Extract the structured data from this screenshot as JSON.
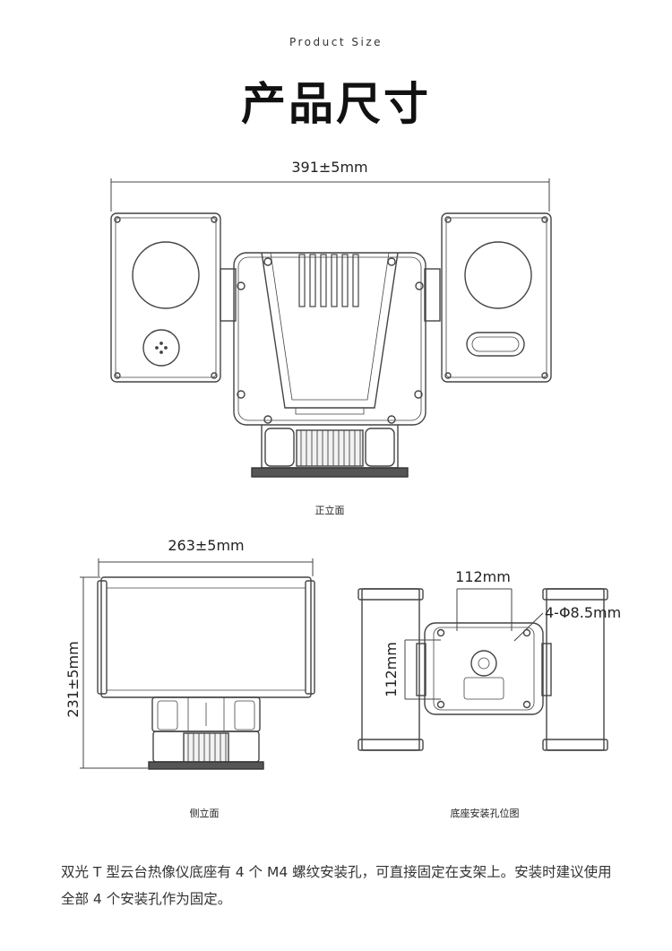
{
  "header": {
    "subtitle": "Product Size",
    "title": "产品尺寸"
  },
  "front_view": {
    "width_dim": "391±5mm",
    "label": "正立面"
  },
  "side_view": {
    "width_dim": "263±5mm",
    "height_dim": "231±5mm",
    "label": "侧立面"
  },
  "bottom_view": {
    "width_dim": "112mm",
    "height_dim": "112mm",
    "hole_dim": "4-Φ8.5mm",
    "label": "底座安装孔位图"
  },
  "description": {
    "text": "双光 T 型云台热像仪底座有 4 个 M4 螺纹安装孔，可直接固定在支架上。安装时建议使用全部 4 个安装孔作为固定。"
  },
  "colors": {
    "line": "#444444",
    "text": "#222222"
  }
}
